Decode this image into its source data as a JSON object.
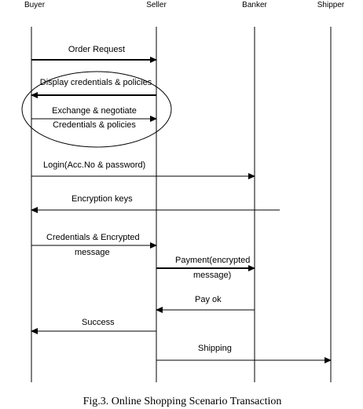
{
  "actors": {
    "buyer": "Buyer",
    "seller": "Seller",
    "banker": "Banker",
    "shipper": "Shipper"
  },
  "messages": [
    {
      "line1": "Order Request",
      "line2": ""
    },
    {
      "line1": "Display credentials & policies",
      "line2": ""
    },
    {
      "line1": "Exchange & negotiate",
      "line2": "Credentials & policies"
    },
    {
      "line1": "Login(Acc.No & password)",
      "line2": ""
    },
    {
      "line1": "Encryption keys",
      "line2": ""
    },
    {
      "line1": "Credentials & Encrypted",
      "line2": "message"
    },
    {
      "line1": "Payment(encrypted",
      "line2": "message)"
    },
    {
      "line1": "Pay ok",
      "line2": ""
    },
    {
      "line1": "Success",
      "line2": ""
    },
    {
      "line1": "Shipping",
      "line2": ""
    }
  ],
  "caption": "Fig.3. Online Shopping Scenario Transaction"
}
